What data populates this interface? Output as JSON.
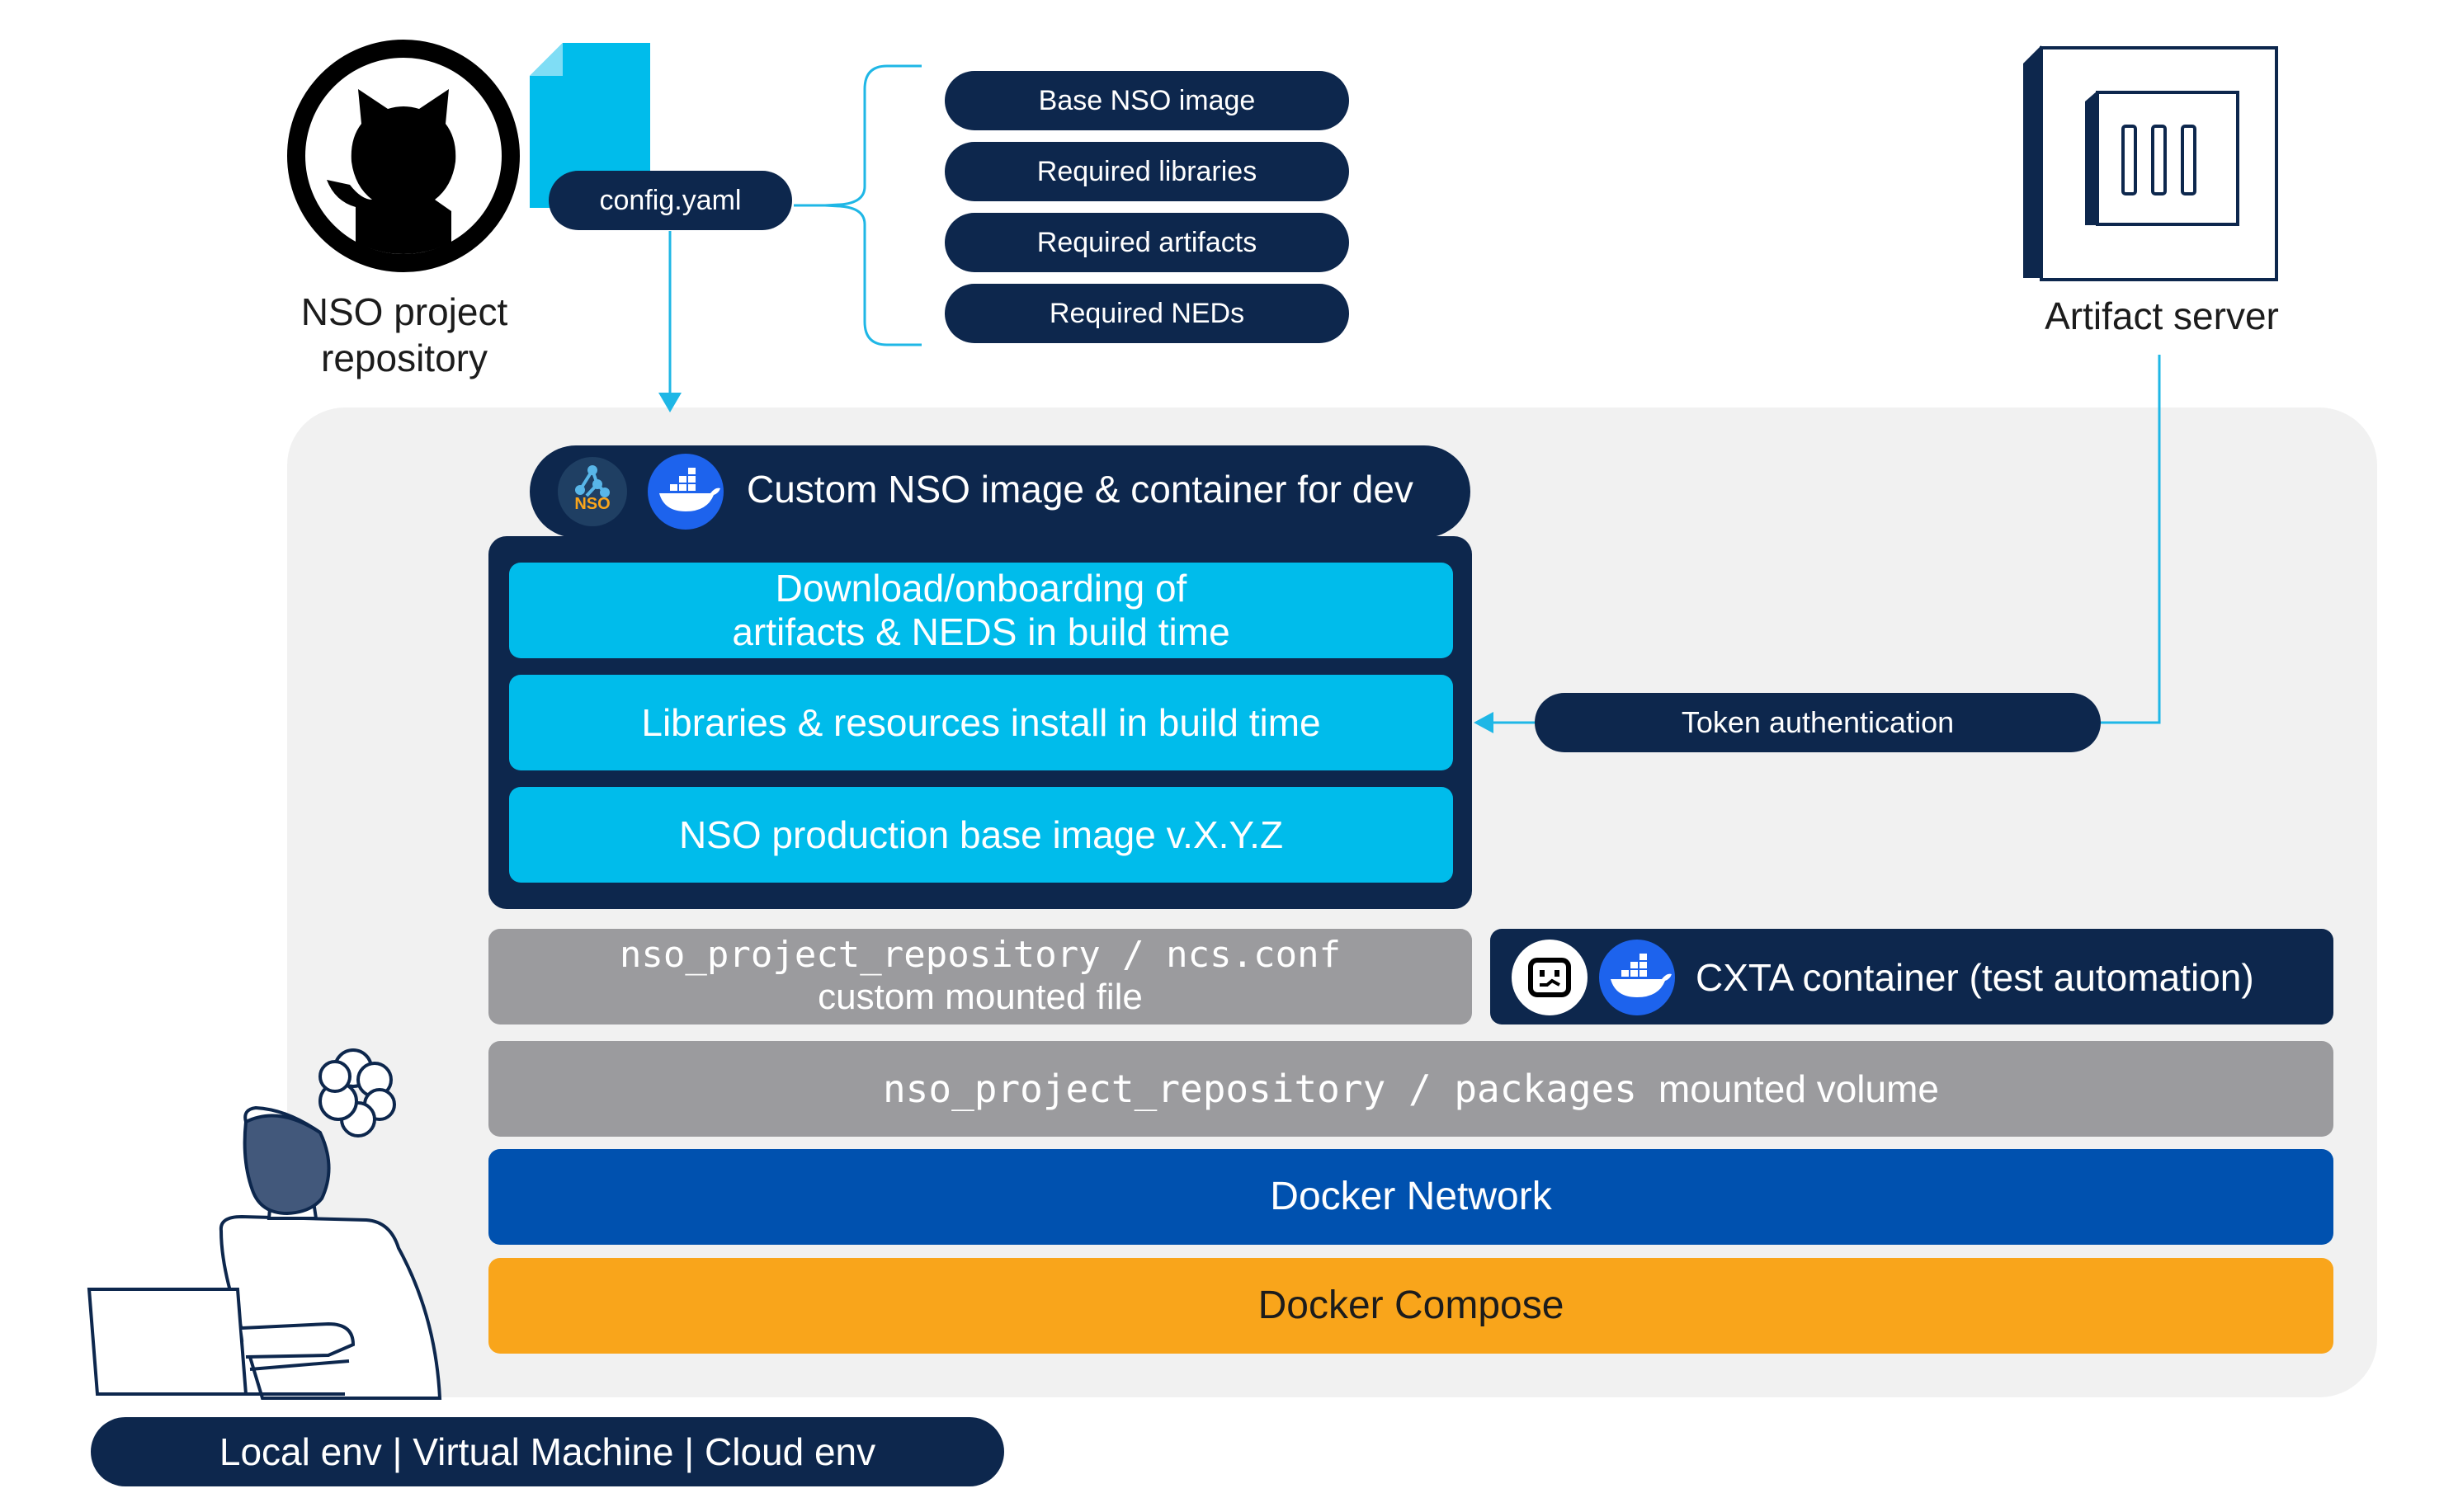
{
  "repo": {
    "label_line1": "NSO project",
    "label_line2": "repository"
  },
  "config_file": {
    "label": "config.yaml"
  },
  "requirements": [
    "Base NSO image",
    "Required libraries",
    "Required artifacts",
    "Required NEDs"
  ],
  "artifact_server": {
    "label": "Artifact server"
  },
  "token": {
    "label": "Token authentication"
  },
  "dev_container": {
    "title": "Custom NSO image & container for dev",
    "nso_badge": "NSO",
    "layers": {
      "download_line1": "Download/onboarding of",
      "download_line2": "artifacts & NEDS in build time",
      "libraries": "Libraries & resources install in build time",
      "base_image": "NSO production base image v.X.Y.Z"
    }
  },
  "ncs_conf": {
    "path": "nso_project_repository / ncs.conf",
    "caption": "custom mounted file"
  },
  "cxta": {
    "label": "CXTA container (test automation)"
  },
  "packages": {
    "path": "nso_project_repository / packages",
    "caption": "mounted volume"
  },
  "docker_network": {
    "label": "Docker Network"
  },
  "docker_compose": {
    "label": "Docker Compose"
  },
  "environments": {
    "label": "Local env | Virtual Machine | Cloud env"
  },
  "colors": {
    "navy": "#0d274d",
    "cyan": "#00bceb",
    "gray": "#9b9b9e",
    "blue": "#0051af",
    "orange": "#f9a51b",
    "panel": "#f1f1f1",
    "connector": "#1fb7e6"
  }
}
